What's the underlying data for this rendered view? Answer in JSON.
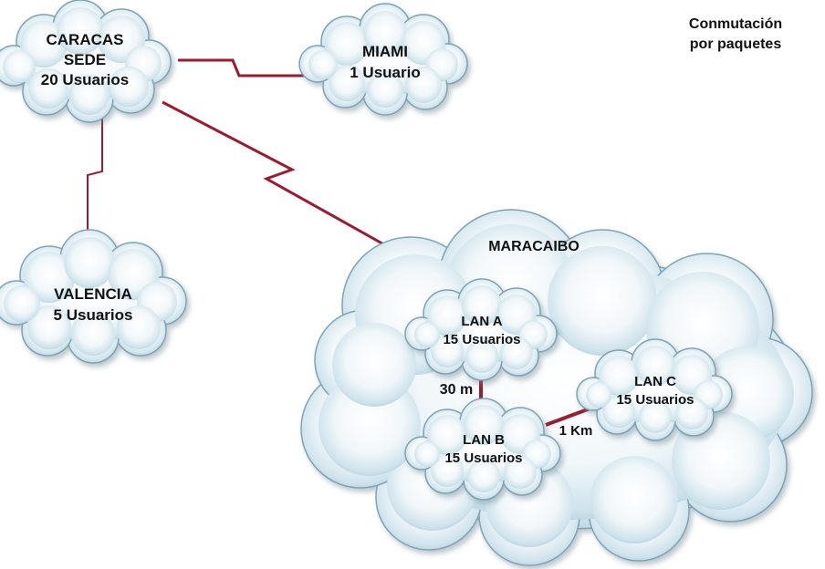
{
  "title": {
    "line1": "Conmutación",
    "line2": "por paquetes"
  },
  "nodes": {
    "caracas": {
      "line1": "CARACAS",
      "line2": "SEDE",
      "line3": "20 Usuarios"
    },
    "miami": {
      "line1": "MIAMI",
      "line2": "1 Usuario"
    },
    "valencia": {
      "line1": "VALENCIA",
      "line2": "5 Usuarios"
    },
    "maracaibo": {
      "line1": "MARACAIBO"
    },
    "lan_a": {
      "line1": "LAN A",
      "line2": "15 Usuarios"
    },
    "lan_b": {
      "line1": "LAN B",
      "line2": "15 Usuarios"
    },
    "lan_c": {
      "line1": "LAN C",
      "line2": "15 Usuarios"
    }
  },
  "links": {
    "lan_a_b": "30 m",
    "lan_b_c": "1 Km"
  },
  "colors": {
    "link": "#9b1b30",
    "cloud_fill_center": "#ffffff",
    "cloud_fill_edge": "#b9d6e2",
    "cloud_stroke": "#7fa3b3"
  }
}
